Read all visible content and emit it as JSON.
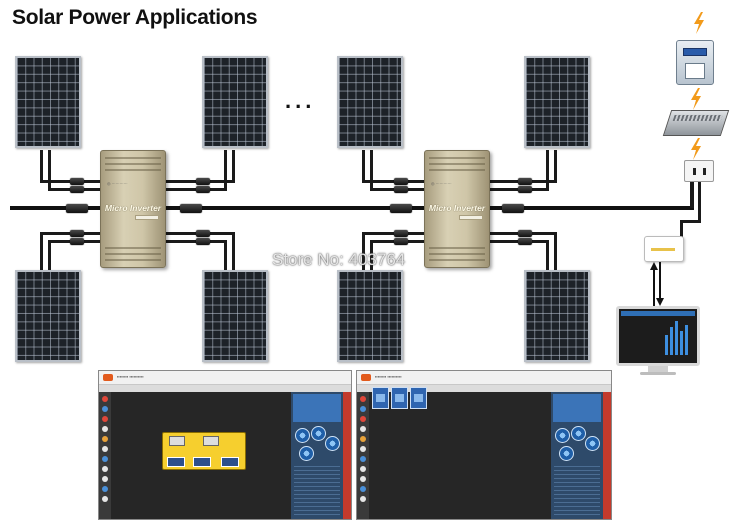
{
  "title": "Solar Power Applications",
  "ellipsis": "...",
  "watermark": "Store No: 403764",
  "inverter_label": "Micro Inverter",
  "colors": {
    "panel": "#1d2228",
    "inverter": "#cfc6a8",
    "lightning": "#f29a1a",
    "screen_bg": "#262626",
    "accent_blue": "#3b74b8",
    "flow_card": "#f6cf2e"
  },
  "icons": [
    "solar-panel-icon",
    "micro-inverter-icon",
    "lightning-icon",
    "energy-meter-icon",
    "grid-box-icon",
    "power-outlet-icon",
    "gateway-icon",
    "monitor-icon"
  ]
}
